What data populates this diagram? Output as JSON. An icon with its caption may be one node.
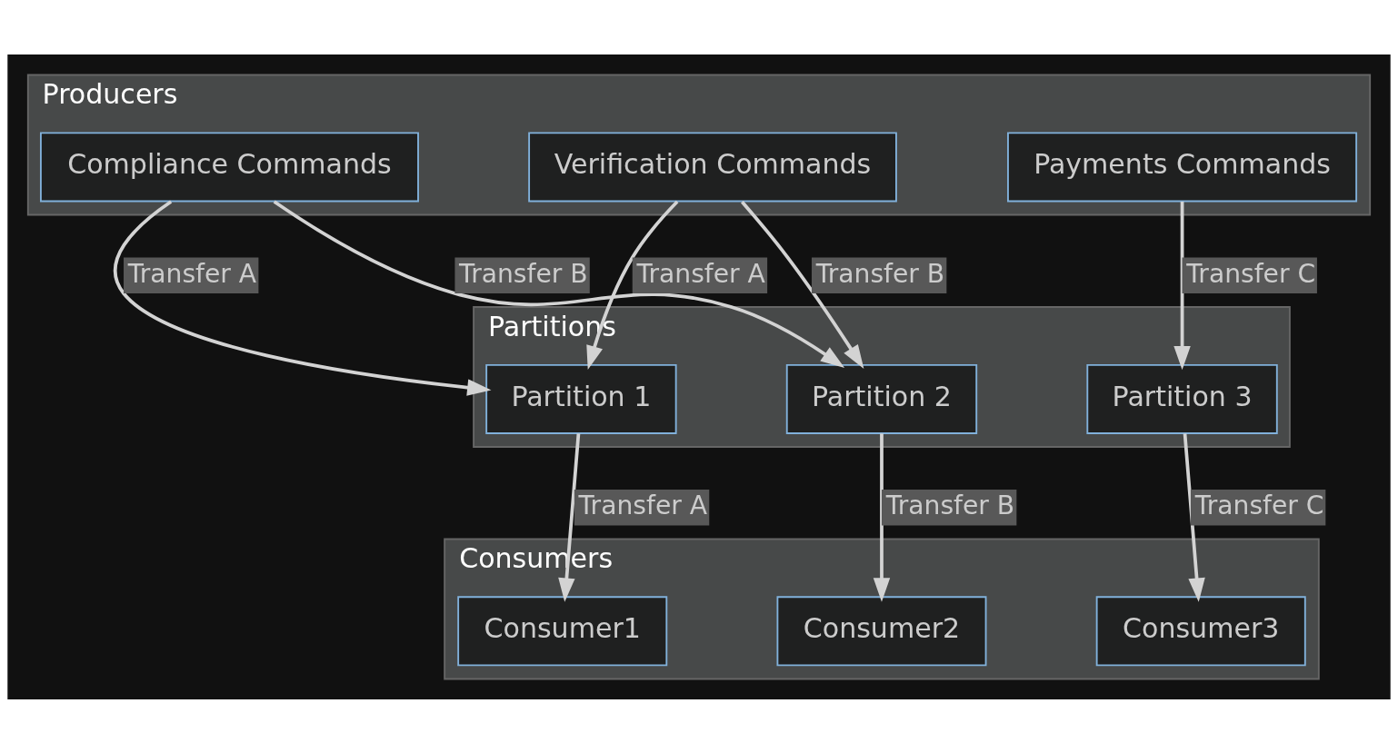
{
  "diagram": {
    "nodes": [
      {
        "text": [
          "Producers"
        ]
      },
      {
        "text": [
          "Compliance Commands"
        ],
        "in": 0
      },
      {
        "text": [
          "Verification Commands"
        ],
        "in": 0
      },
      {
        "text": [
          "Payments Commands"
        ],
        "in": 0
      },
      {
        "text": [
          "Partitions"
        ]
      },
      {
        "text": [
          "Partition 1"
        ],
        "in": 4
      },
      {
        "text": [
          "Partition 2"
        ],
        "in": 4
      },
      {
        "text": [
          "Partition 3"
        ],
        "in": 4
      },
      {
        "text": [
          "Consumers"
        ]
      },
      {
        "text": [
          "Consumer1"
        ],
        "in": 8
      },
      {
        "text": [
          "Consumer2"
        ],
        "in": 8
      },
      {
        "text": [
          "Consumer3"
        ],
        "in": 8
      }
    ],
    "edges": [
      {
        "from": 1,
        "to": 5,
        "arrow": "to",
        "label": "Transfer A"
      },
      {
        "from": 2,
        "to": 5,
        "arrow": "to",
        "label": "Transfer A"
      },
      {
        "from": 1,
        "to": 6,
        "arrow": "to",
        "label": "Transfer B"
      },
      {
        "from": 2,
        "to": 6,
        "arrow": "to",
        "label": "Transfer B"
      },
      {
        "from": 3,
        "to": 7,
        "arrow": "to",
        "label": "Transfer C"
      },
      {
        "from": 5,
        "to": 9,
        "arrow": "to",
        "label": "Transfer A"
      },
      {
        "from": 6,
        "to": 10,
        "arrow": "to",
        "label": "Transfer B"
      },
      {
        "from": 7,
        "to": 11,
        "arrow": "to",
        "label": "Transfer C"
      }
    ]
  }
}
